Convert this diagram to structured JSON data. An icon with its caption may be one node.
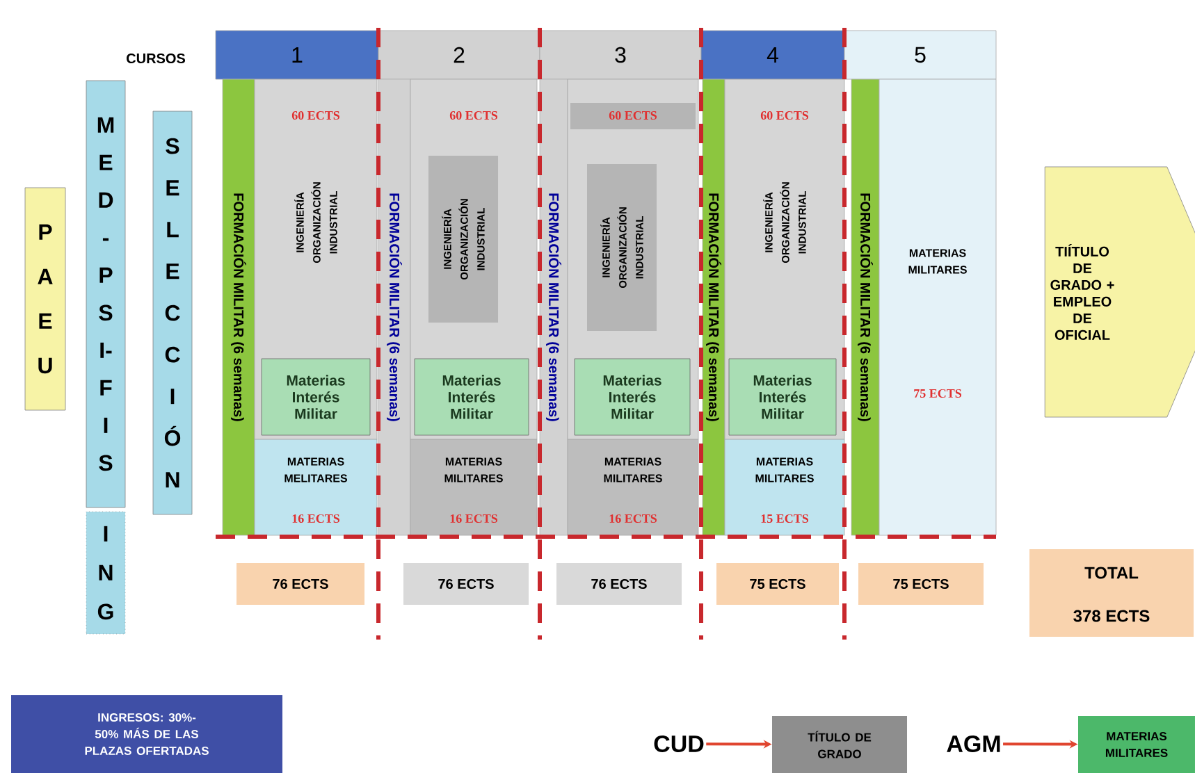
{
  "diagram": {
    "nodes": [
      {
        "text": [
          "PAEU"
        ]
      },
      {
        "text": [
          "MED-PSI-FIS"
        ]
      },
      {
        "text": [
          "ING"
        ]
      },
      {
        "text": [
          "SELECCIÓN"
        ]
      },
      {
        "text": [
          "1"
        ]
      },
      {
        "text": [
          "2"
        ]
      },
      {
        "text": [
          "3"
        ]
      },
      {
        "text": [
          "4"
        ]
      },
      {
        "text": [
          "5"
        ]
      },
      {
        "text": [
          "FORMACIÓN MILITAR (6 semanas)"
        ]
      },
      {
        "text": [
          "60 ECTS",
          "INGENIERÍA ORGANIZACIÓN INDUSTRIAL"
        ]
      },
      {
        "text": [
          "Materias Interés Militar"
        ],
        "in": 10
      },
      {
        "text": [
          "MATERIAS MELITARES",
          "16 ECTS"
        ]
      },
      {
        "text": [
          "FORMACIÓN MILITAR (6 semanas)"
        ]
      },
      {
        "text": [
          "60 ECTS"
        ]
      },
      {
        "text": [
          "INGENIERÍA ORGANIZACIÓN INDUSTRIAL"
        ],
        "in": 14
      },
      {
        "text": [
          "Materias Interés Militar"
        ],
        "in": 14
      },
      {
        "text": [
          "MATERIAS MILITARES",
          "16 ECTS"
        ]
      },
      {
        "text": [
          "FORMACIÓN MILITAR (6 semanas)"
        ]
      },
      {
        "text": [
          "60 ECTS"
        ]
      },
      {
        "text": [
          "INGENIERÍA ORGANIZACIÓN INDUSTRIAL"
        ],
        "in": 19
      },
      {
        "text": [
          "Materias Interés Militar"
        ],
        "in": 19
      },
      {
        "text": [
          "MATERIAS MILITARES",
          "16 ECTS"
        ]
      },
      {
        "text": [
          "FORMACIÓN MILITAR (6 semanas)"
        ]
      },
      {
        "text": [
          "60 ECTS",
          "INGENIERÍA ORGANIZACIÓN INDUSTRIAL"
        ]
      },
      {
        "text": [
          "Materias Interés Militar"
        ],
        "in": 24
      },
      {
        "text": [
          "MATERIAS MILITARES",
          "15 ECTS"
        ]
      },
      {
        "text": [
          "FORMACIÓN MILITAR (6 semanas)"
        ]
      },
      {
        "text": [
          "MATERIAS MILITARES",
          "75 ECTS"
        ]
      },
      {
        "text": [
          "TIÍTULO DE GRADO + EMPLEO DE OFICIAL"
        ]
      },
      {
        "text": [
          "76 ECTS"
        ]
      },
      {
        "text": [
          "76 ECTS"
        ]
      },
      {
        "text": [
          "76 ECTS"
        ]
      },
      {
        "text": [
          "75 ECTS"
        ]
      },
      {
        "text": [
          "75 ECTS"
        ]
      },
      {
        "text": [
          "TOTAL",
          "378 ECTS"
        ]
      },
      {
        "text": [
          "INGRESOS: 30%-50% MÁS DE LAS PLAZAS OFERTADAS"
        ]
      },
      {
        "text": [
          "CUD"
        ]
      },
      {
        "text": [
          "TÍTULO DE GRADO"
        ]
      },
      {
        "text": [
          "AGM"
        ]
      },
      {
        "text": [
          "MATERIAS MILITARES"
        ]
      }
    ],
    "edges": [
      {
        "from": 37,
        "to": 38,
        "arrow": "to"
      },
      {
        "from": 39,
        "to": 40,
        "arrow": "to"
      }
    ],
    "labels": [
      "CURSOS"
    ]
  }
}
